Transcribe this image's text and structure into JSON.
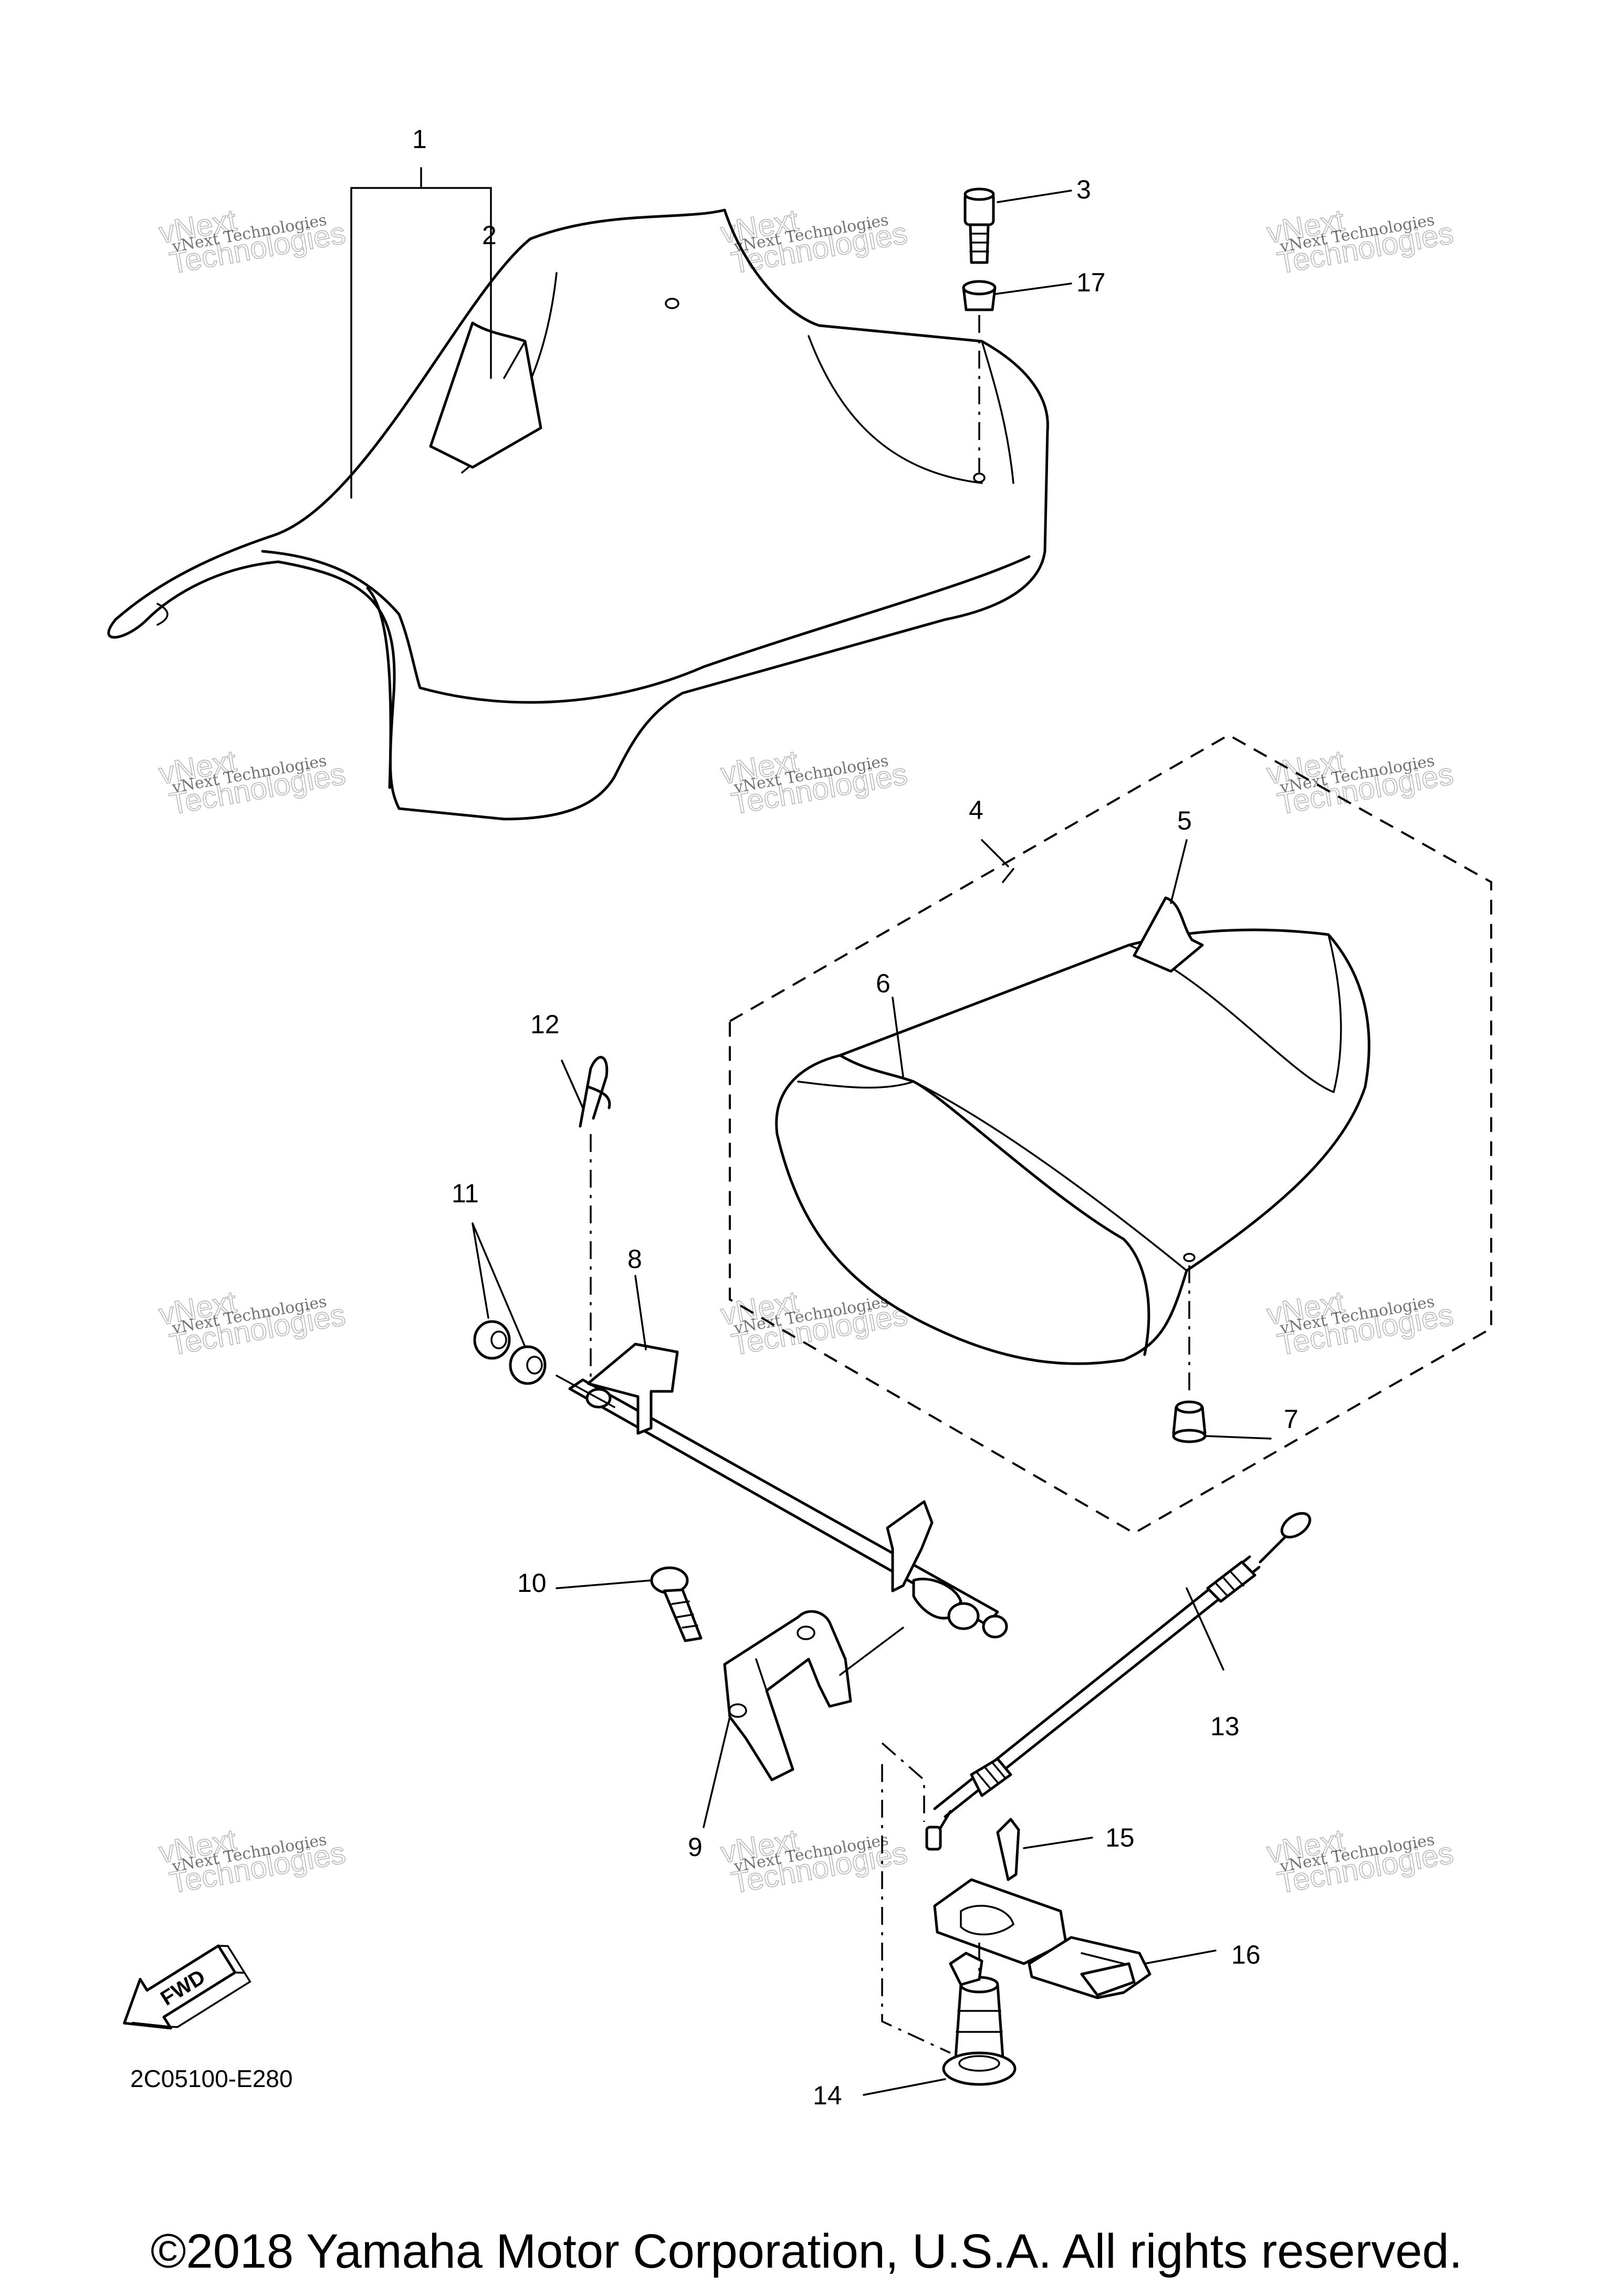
{
  "callouts": [
    "1",
    "2",
    "3",
    "4",
    "5",
    "6",
    "7",
    "8",
    "9",
    "10",
    "11",
    "12",
    "13",
    "14",
    "15",
    "16",
    "17"
  ],
  "diagram_code": "2C05100-E280",
  "fwd_label": "FWD",
  "watermark": {
    "line1": "vNext Technologies",
    "line2a": "vNext",
    "line2b": "Technologies"
  },
  "copyright": "©2018 Yamaha Motor Corporation, U.S.A. All rights reserved."
}
